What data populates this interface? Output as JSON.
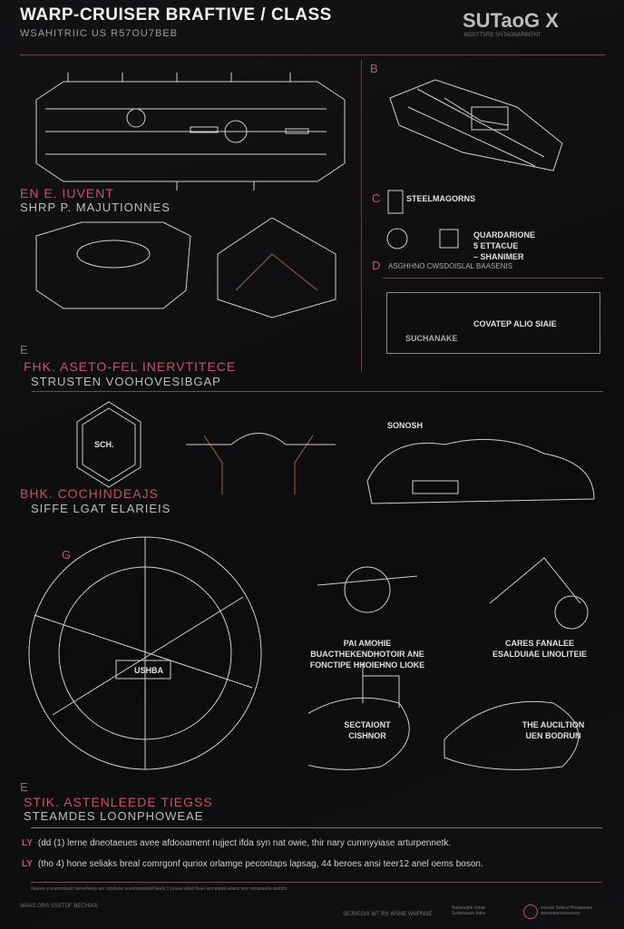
{
  "header": {
    "title": "WARP-CRUISER BRAFTIVE / CLASS",
    "subtitle": "WSAHITRIIC US R57OU7BEB",
    "logo": "SUTaoG X",
    "logo_sub": "BOSTTSRE SNTAONARBEINT"
  },
  "sections": {
    "a": {
      "label_red": "EN E. IUVENT",
      "label_gray": "SHRP P. MAJUTIONNES"
    },
    "b": {
      "letter": "B"
    },
    "c": {
      "letter": "C",
      "title": "STEELMAGORNS",
      "lines": [
        "QUARDARIONE",
        "5 ETTACUE",
        "– SHANIMER"
      ]
    },
    "d": {
      "letter": "D",
      "text": "ASGHHNO CWSDOISLAL BAASENIS",
      "box_label": "COVATEP ALIO SIAIE",
      "box_sub": "SUCHANAKE"
    },
    "e": {
      "letter": "E",
      "label_red": "FHK. ASETO-FEL INERVTITECE",
      "label_gray": "STRUSTEN VOOHOVESIBGAP",
      "hex_label": "SCH.",
      "right_label": "SONOSH",
      "label_red2": "BHK. COCHINDEAJS",
      "label_gray2": "SIFFE LGAT ELARIEIS"
    },
    "g": {
      "letter": "G",
      "circle_label": "USHBA",
      "notes": [
        {
          "lines": [
            "PAI AMOHIE",
            "BUACTHEKENDHOTOIR ANE",
            "FONCTIPE HHOIEHNO LIOKE"
          ]
        },
        {
          "lines": [
            "CARES FANALEE",
            "ESALDUIAE LINOLITEIE"
          ]
        },
        {
          "lines": [
            "SECTAIONT",
            "CISHNOR"
          ]
        },
        {
          "lines": [
            "THE AUCILTION",
            "UEN BODRUN"
          ]
        }
      ]
    },
    "e2": {
      "letter": "E",
      "label_red": "STIK. ASTENLEEDE TIEGSS",
      "label_gray": "STEAMDES LOONPHOWEAE"
    }
  },
  "bullets": [
    {
      "mark": "LY",
      "text": "(dd (1) lerne dneotaeues avee afdooament rujject ifda syn nat owie, thir nary cumnyyiase arturpennetk."
    },
    {
      "mark": "LY",
      "text": "(tho 4) hone seliaks breal comrgonf quriox orlamge pecontaps lapsag, 44 beroes ansi teer12 anel oems boson."
    }
  ],
  "footer": {
    "fine": "duaren a erunomaud nurrerfeesy aer ruhdoew sueentesdnkd beelu 2 pruaw sbsd fnuer wct eqaisi anecs wor nsnaseeds arubbn",
    "left": "WAAS GRS SSSTOF BECHIAS",
    "center": "SEJNEGIS WT RS WSNE WNPNNE",
    "mid_small": "Nawesgtik cenat Ssdenaaon tiake",
    "right_small": "sreuon Setenr Hesawewn aoeseaeneesseees"
  }
}
